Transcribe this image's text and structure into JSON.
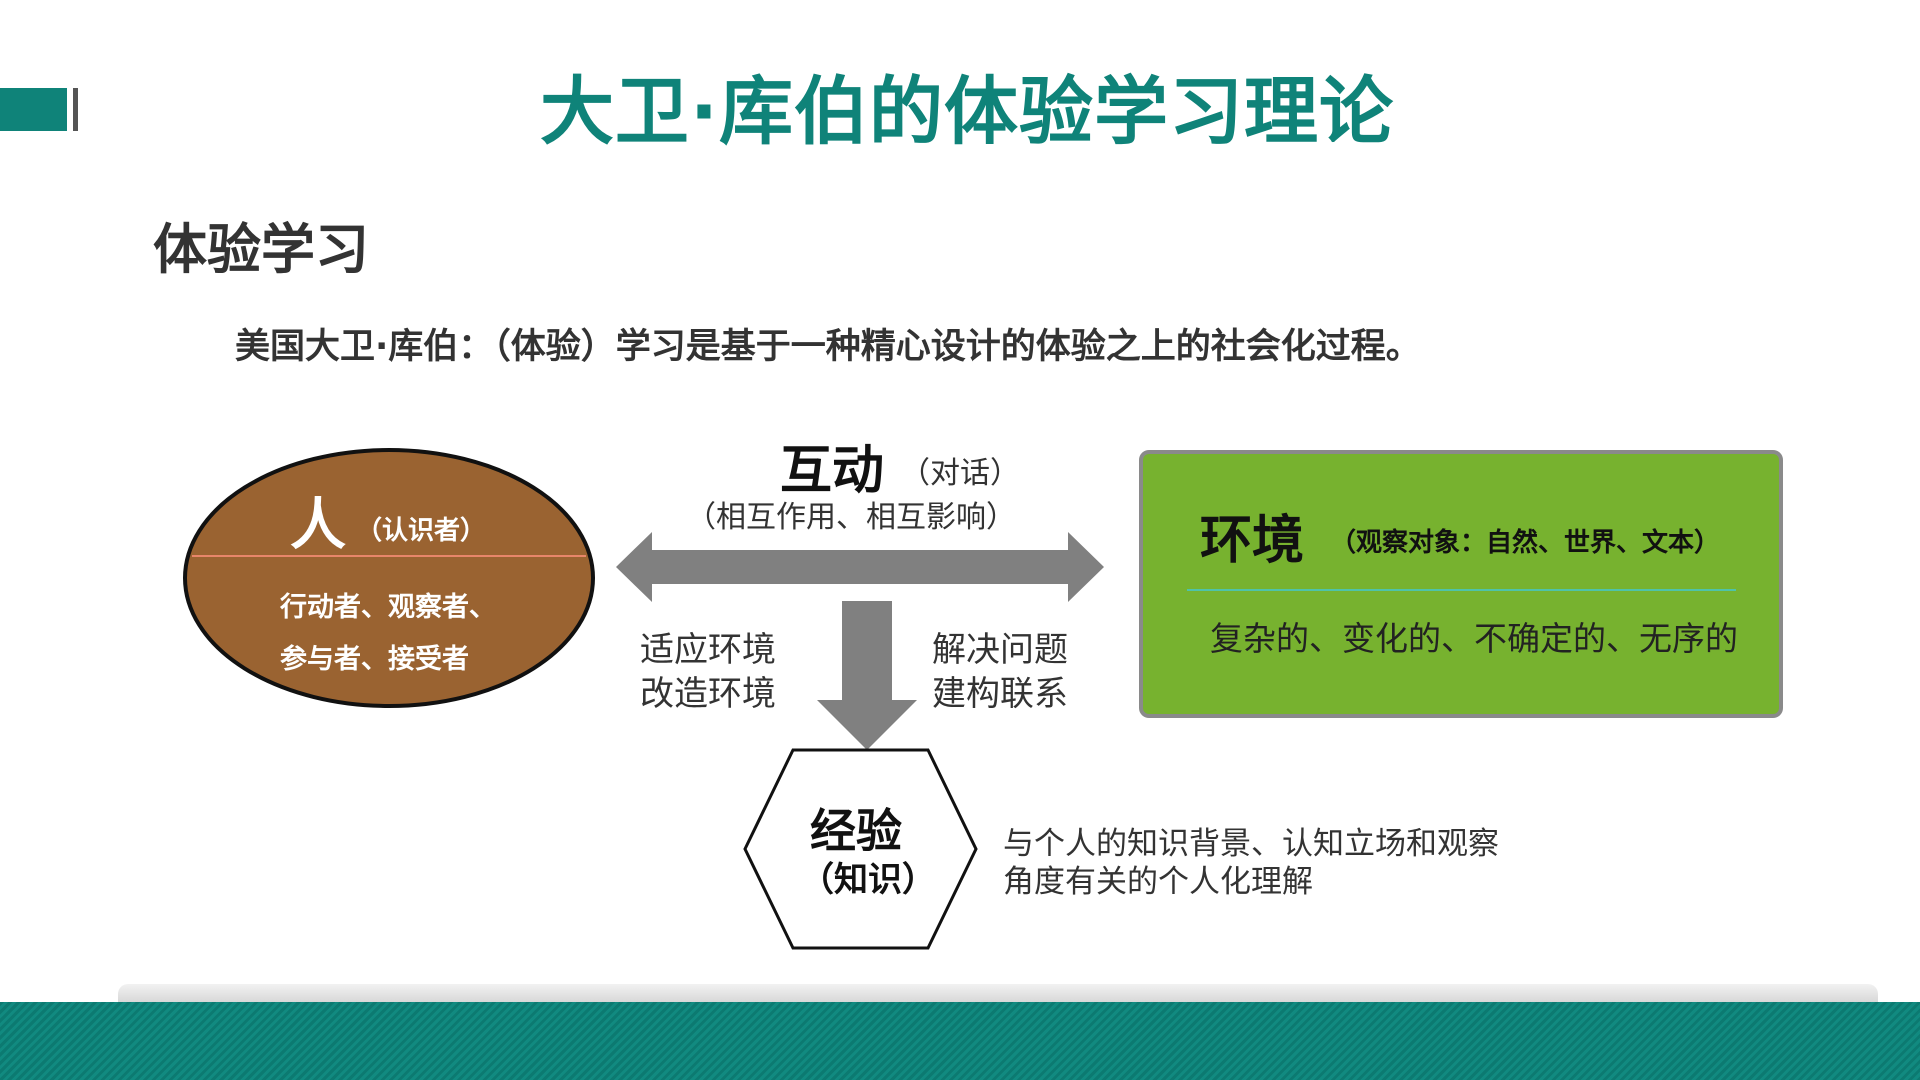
{
  "header": {
    "title": "大卫·库伯的体验学习理论",
    "subtitle": "体验学习",
    "quote": "美国大卫·库伯：（体验）学习是基于一种精心设计的体验之上的社会化过程。"
  },
  "person": {
    "title": "人",
    "note": "（认识者）",
    "line1": "行动者、观察者、",
    "line2": "参与者、接受者"
  },
  "interaction": {
    "title": "互动",
    "note": "（对话）",
    "detail": "（相互作用、相互影响）",
    "left1": "适应环境",
    "left2": "改造环境",
    "right1": "解决问题",
    "right2": "建构联系"
  },
  "environment": {
    "title": "环境",
    "note": "（观察对象：自然、世界、文本）",
    "desc": "复杂的、变化的、不确定的、无序的"
  },
  "experience": {
    "title": "经验",
    "note": "（知识）",
    "desc1": "与个人的知识背景、认知立场和观察",
    "desc2": "角度有关的个人化理解"
  },
  "colors": {
    "teal": "#0f8379",
    "brown": "#9a6331",
    "green": "#77b22f",
    "arrow": "#808080"
  }
}
